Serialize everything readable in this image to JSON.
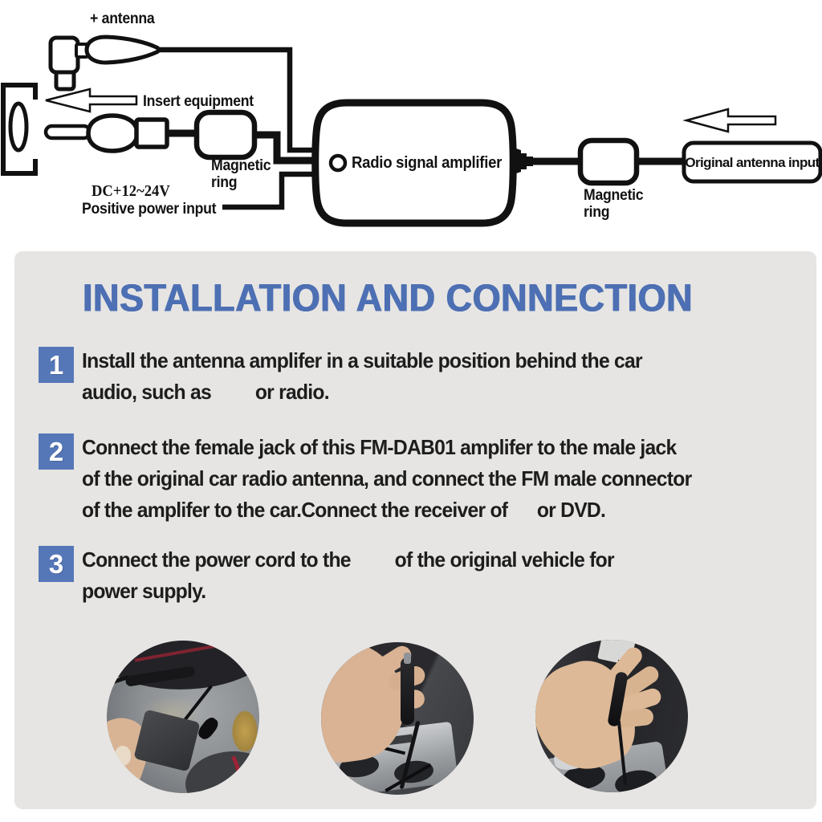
{
  "diagram": {
    "labels": {
      "plus_antenna": "+ antenna",
      "insert_equipment": "Insert equipment",
      "magnetic_ring_left": "Magnetic\nring",
      "dc_power": "DC+12~24V",
      "positive_power_input": "Positive power input",
      "radio_signal_amplifier": "Radio signal amplifier",
      "magnetic_ring_right": "Magnetic\nring",
      "original_antenna_input": "Original antenna input"
    }
  },
  "panel": {
    "title": "INSTALLATION AND CONNECTION",
    "title_color": "#4d6fb3",
    "badge_color": "#5577b8",
    "background_color": "#e6e5e3",
    "text_color": "#1d1d1d",
    "steps": [
      {
        "number": "1",
        "lines": [
          "Install the antenna amplifer in a suitable position behind the car",
          "audio, such as         or radio."
        ]
      },
      {
        "number": "2",
        "lines": [
          "Connect the female jack of this FM-DAB01 amplifer to the male jack",
          "of the original car radio antenna, and connect the FM male connector",
          "of the amplifer to the car.Connect the receiver of      or DVD."
        ]
      },
      {
        "number": "3",
        "lines": [
          "Connect the power cord to the         of the original vehicle for",
          "power supply."
        ]
      }
    ],
    "photos": [
      {
        "name": "amplifier held beside car dashboard"
      },
      {
        "name": "connector plugged above car stereo"
      },
      {
        "name": "inline connector in open palm"
      }
    ]
  }
}
